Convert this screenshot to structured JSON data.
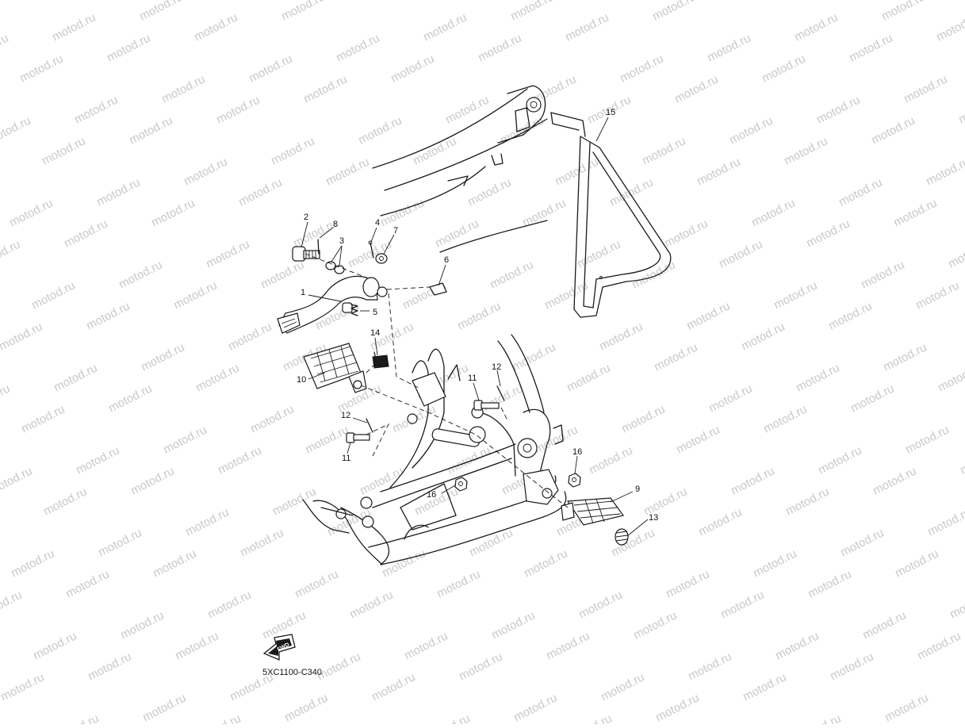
{
  "watermark": {
    "text": "motod.ru",
    "color": "#c9c9c9"
  },
  "drawing_code": "5XC1100-C340",
  "fwd_badge": "FWD",
  "callouts": {
    "c1": "1",
    "c2": "2",
    "c3": "3",
    "c4": "4",
    "c5": "5",
    "c6": "6",
    "c7": "7",
    "c8": "8",
    "c9": "9",
    "c10": "10",
    "c11a": "11",
    "c11b": "11",
    "c12a": "12",
    "c12b": "12",
    "c13": "13",
    "c14": "14",
    "c15": "15",
    "c16a": "16",
    "c16b": "16"
  },
  "icons": [
    "fwd-arrow-icon"
  ]
}
